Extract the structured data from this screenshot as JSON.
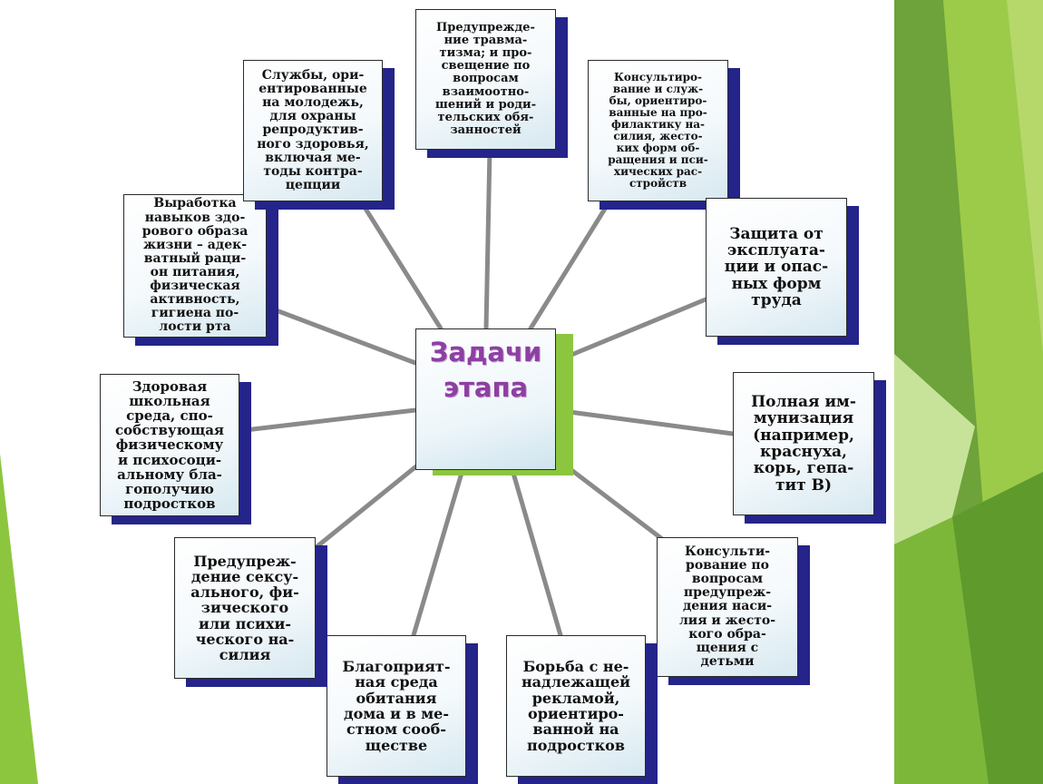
{
  "diagram": {
    "center": "Задачи\nэтапа",
    "nodes": [
      {
        "id": "n1",
        "text": "Предупрежде-\nние травма-\nтизма; и про-\nсвещение по\nвопросам\nвзаимоотно-\nшений и роди-\nтельских обя-\nзанностей"
      },
      {
        "id": "n2",
        "text": "Консультиро-\nвание и служ-\nбы, ориентиро-\nванные на про-\nфилактику на-\nсилия, жесто-\nких форм об-\nращения и пси-\nхических рас-\nстройств"
      },
      {
        "id": "n3",
        "text": "Защита от\nэксплуата-\nции и опас-\nных форм\nтруда"
      },
      {
        "id": "n4",
        "text": "Полная им-\nмунизация\n(например,\nкраснуха,\nкорь, гепа-\nтит В)"
      },
      {
        "id": "n5",
        "text": "Консульти-\nрование по\nвопросам\nпредупреж-\nдения наси-\nлия и жесто-\nкого обра-\nщения с\nдетьми"
      },
      {
        "id": "n6",
        "text": "Борьба с не-\nнадлежащей\nрекламой,\nориентиро-\nванной на\nподростков"
      },
      {
        "id": "n7",
        "text": "Благоприят-\nная среда\nобитания\nдома и в ме-\nстном сооб-\nществе"
      },
      {
        "id": "n8",
        "text": "Предупреж-\nдение сексу-\nального, фи-\nзического\nили психи-\nческого на-\nсилия"
      },
      {
        "id": "n9",
        "text": "Здоровая\nшкольная\nсреда, спо-\nсобствующая\nфизическому\nи психосоци-\nальному бла-\nгополучию\nподростков"
      },
      {
        "id": "n10",
        "text": "Выработка\nнавыков здо-\nрового образа\nжизни – адек-\nватный раци-\nон питания,\nфизическая\nактивность,\nгигиена по-\nлости рта"
      },
      {
        "id": "n11",
        "text": "Службы, ори-\nентированные\nна молодежь,\nдля охраны\nрепродуктив-\nного здоровья,\nвключая ме-\nтоды контра-\nцепции"
      }
    ]
  },
  "colors": {
    "accent_green": "#8cc63f",
    "box_shadow_blue": "#24248a",
    "title_purple": "#8e3fa3",
    "connector_gray": "#8a8a8a"
  }
}
